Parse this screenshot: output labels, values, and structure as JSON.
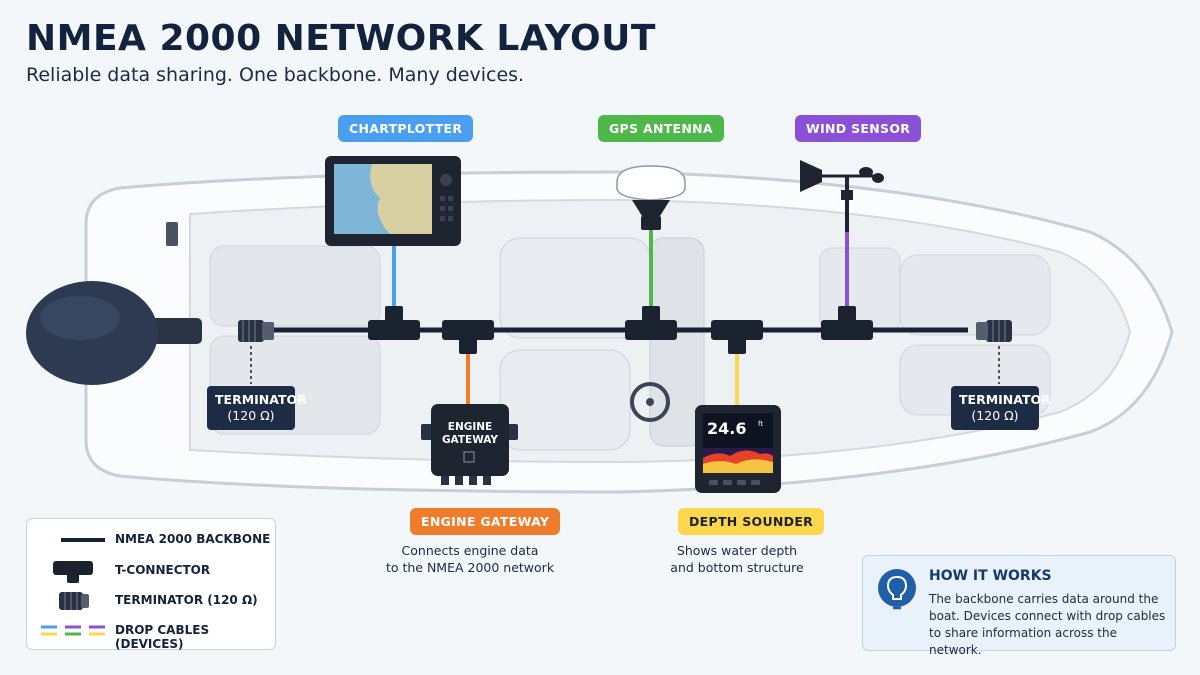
{
  "title": "NMEA 2000 NETWORK LAYOUT",
  "subtitle": "Reliable data sharing. One backbone. Many devices.",
  "devices": {
    "chartplotter": "CHARTPLOTTER",
    "gps": "GPS ANTENNA",
    "wind": "WIND SENSOR",
    "engine": "ENGINE GATEWAY",
    "depth": "DEPTH SOUNDER"
  },
  "engine_gateway": {
    "line1": "ENGINE",
    "line2": "GATEWAY",
    "caption1": "Connects engine data",
    "caption2": "to the NMEA 2000 network"
  },
  "depth_sounder": {
    "reading": "24.6",
    "unit": "ft",
    "caption1": "Shows water depth",
    "caption2": "and bottom structure"
  },
  "terminators": {
    "label": "TERMINATOR",
    "ohm": "(120 Ω)"
  },
  "legend": {
    "backbone": "NMEA 2000 BACKBONE",
    "tconnector": "T-CONNECTOR",
    "terminator": "TERMINATOR (120 Ω)",
    "drop": "DROP CABLES (DEVICES)"
  },
  "how_it_works": {
    "heading": "HOW IT WORKS",
    "body": "The backbone carries data around the boat. Devices connect with drop cables to share information across the network."
  },
  "colors": {
    "backbone": "#172236",
    "chartplotter": "#4a9ff0",
    "gps": "#4eb84a",
    "wind": "#8a50d6",
    "engine": "#f07b2b",
    "depth": "#fbd74e"
  }
}
